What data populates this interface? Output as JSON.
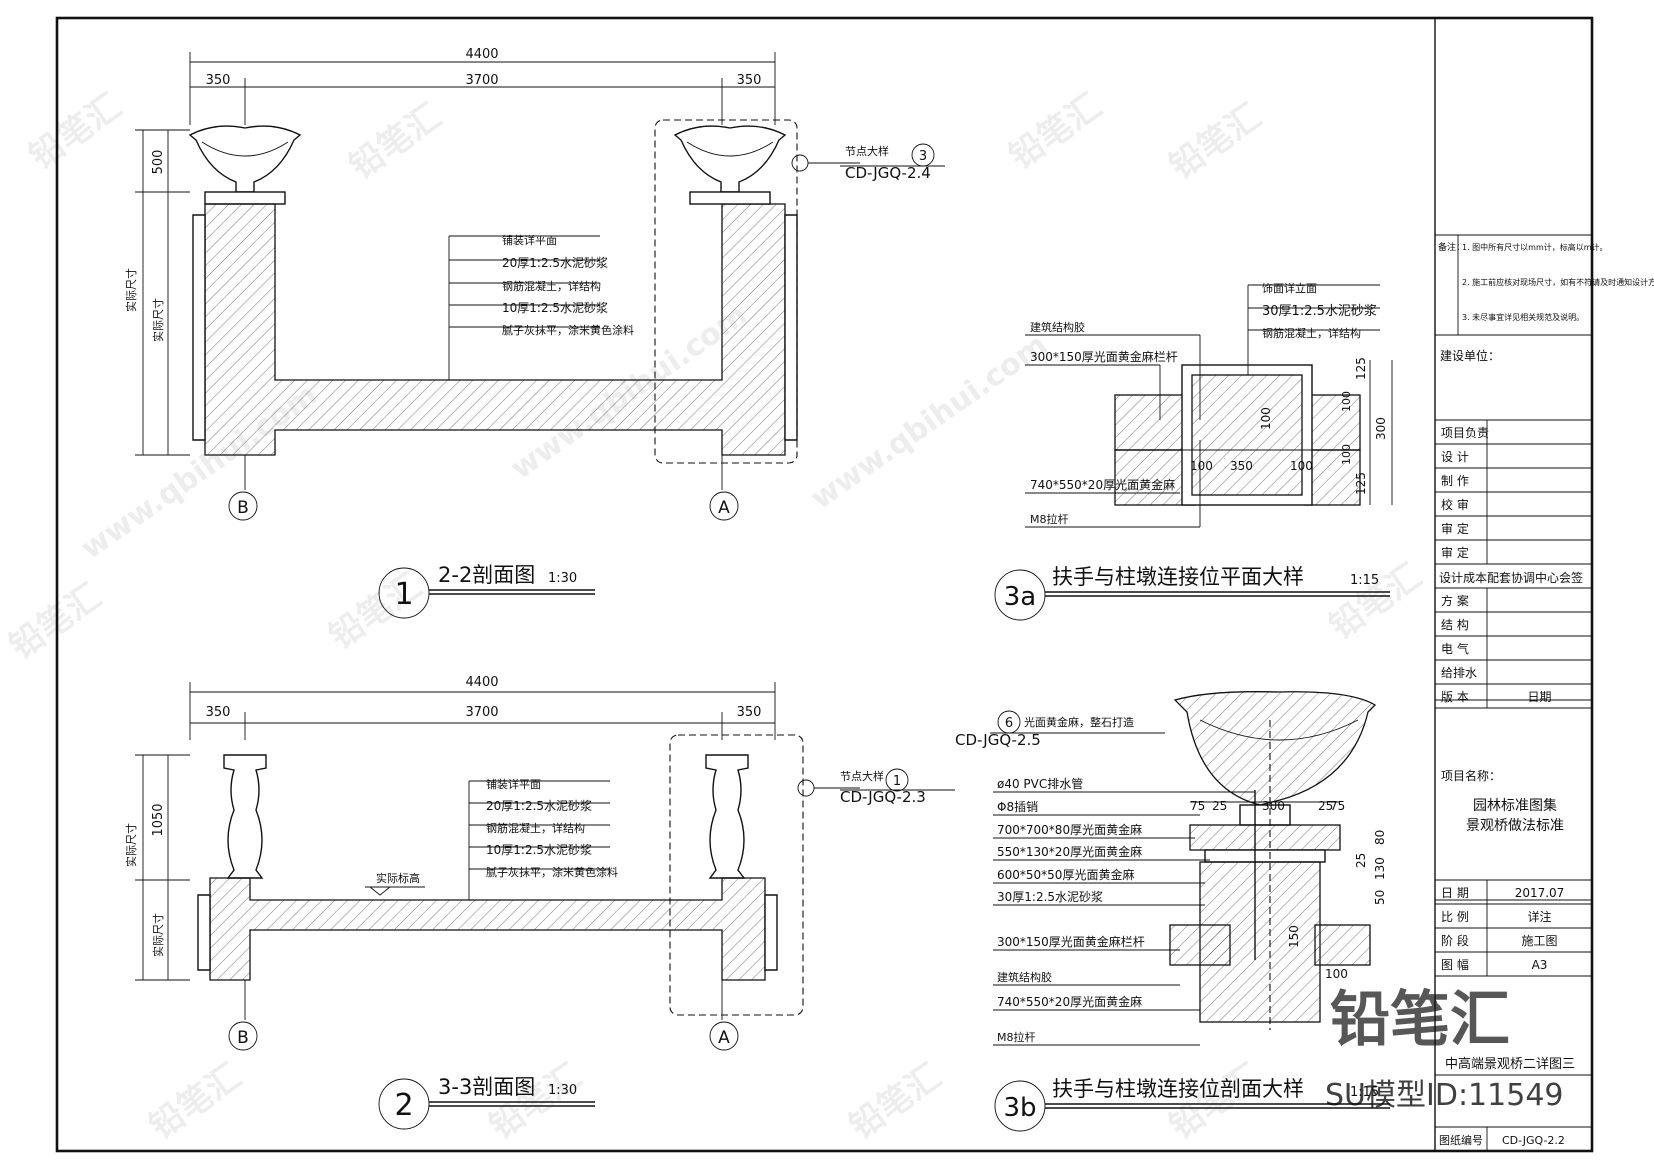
{
  "drawing": {
    "dims": {
      "total_top": "4400",
      "left_top": "350",
      "mid_top": "3700",
      "right_top": "350",
      "total_bot": "4400",
      "left_bot": "350",
      "mid_bot": "3700",
      "right_bot": "350",
      "h500": "500",
      "h1050": "1050",
      "actual": "实际尺寸"
    },
    "axis_a": "A",
    "axis_b": "B",
    "sec1": {
      "num": "1",
      "title": "2-2剖面图",
      "scale": "1:30"
    },
    "sec2": {
      "num": "2",
      "title": "3-3剖面图",
      "scale": "1:30"
    },
    "sec3a": {
      "num": "3a",
      "title": "扶手与柱墩连接位平面大样",
      "scale": "1:15"
    },
    "sec3b": {
      "num": "3b",
      "title": "扶手与柱墩连接位剖面大样",
      "scale": "1:15"
    },
    "ref1": {
      "label": "节点大样",
      "num": "3",
      "code": "CD-JGQ-2.4"
    },
    "ref2": {
      "label": "节点大样",
      "num": "1",
      "code": "CD-JGQ-2.3"
    },
    "ref3": {
      "num": "6",
      "code": "CD-JGQ-2.5",
      "note": "光面黄金麻，整石打造"
    },
    "notes1": [
      "铺装详平面",
      "20厚1:2.5水泥砂浆",
      "钢筋混凝土，详结构",
      "10厚1:2.5水泥砂浆",
      "腻子灰抹平，涂米黄色涂料"
    ],
    "notes2": [
      "铺装详平面",
      "20厚1:2.5水泥砂浆",
      "钢筋混凝土，详结构",
      "10厚1:2.5水泥砂浆",
      "腻子灰抹平，涂米黄色涂料"
    ],
    "level_label": "实际标高",
    "notes3a_right": [
      "饰面详立面",
      "30厚1:2.5水泥砂浆",
      "钢筋混凝土，详结构"
    ],
    "notes3a_left": [
      "建筑结构胶",
      "300*150厚光面黄金麻栏杆",
      "740*550*20厚光面黄金麻",
      "M8拉杆"
    ],
    "dims3a": {
      "d100a": "100",
      "d350": "350",
      "d100b": "100",
      "d100": "100",
      "d125a": "125",
      "d125b": "125",
      "d300": "300",
      "d100v1": "100",
      "d100v2": "100"
    },
    "notes3b": [
      "ø40 PVC排水管",
      "Φ8插销",
      "700*700*80厚光面黄金麻",
      "550*130*20厚光面黄金麻",
      "600*50*50厚光面黄金麻",
      "30厚1:2.5水泥砂浆",
      "300*150厚光面黄金麻栏杆",
      "建筑结构胶",
      "740*550*20厚光面黄金麻",
      "M8拉杆"
    ],
    "dims3b": {
      "d75": "75",
      "d25": "25",
      "d300": "300",
      "d25b": "25",
      "d75b": "75",
      "d80": "80",
      "d130": "130",
      "d25c": "25",
      "d50": "50",
      "d150": "150",
      "d100": "100"
    }
  },
  "title_block": {
    "notes": [
      "备注：",
      "1. 图中所有尺寸以mm计，标高以m计。",
      "2. 施工前应核对现场尺寸，如有不符请及时通知设计方。",
      "3. 未尽事宜详见相关规范及说明。"
    ],
    "client_label": "建设单位：",
    "rows": [
      {
        "label": "项目负责",
        "value": ""
      },
      {
        "label": "设  计",
        "value": ""
      },
      {
        "label": "制  作",
        "value": ""
      },
      {
        "label": "校  审",
        "value": ""
      },
      {
        "label": "审  定",
        "value": ""
      },
      {
        "label": "审  定",
        "value": ""
      }
    ],
    "signoff": "设计成本配套协调中心会签",
    "signs": [
      {
        "label": "方  案",
        "value": ""
      },
      {
        "label": "结  构",
        "value": ""
      },
      {
        "label": "电  气",
        "value": ""
      },
      {
        "label": "给排水",
        "value": ""
      },
      {
        "label": "版  本",
        "value": "日期"
      }
    ],
    "project_label": "项目名称：",
    "project_name_1": "园林标准图集",
    "project_name_2": "景观桥做法标准",
    "info": [
      {
        "label": "日  期",
        "value": "2017.07"
      },
      {
        "label": "比  例",
        "value": "详注"
      },
      {
        "label": "阶  段",
        "value": "施工图"
      },
      {
        "label": "图  幅",
        "value": "A3"
      }
    ],
    "drawing_title": "中高端景观桥二详图三",
    "drawing_no_label": "图纸编号",
    "drawing_no": "CD-JGQ-2.2"
  },
  "watermark": {
    "brand": "铅笔汇",
    "url": "www.qbihui.com",
    "id_text": "SU模型ID:11549"
  }
}
